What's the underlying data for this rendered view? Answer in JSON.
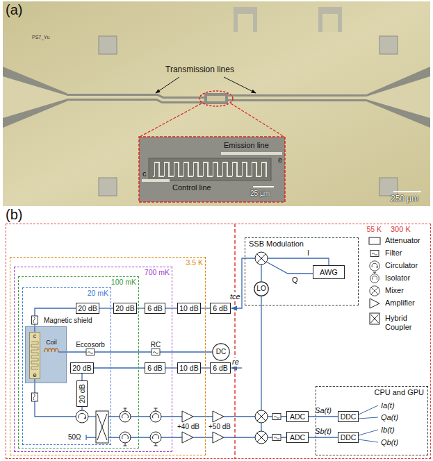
{
  "diagram": {
    "nodes": [
      {
        "text": [
          "55 K"
        ]
      },
      {
        "text": [
          "3.5 K"
        ],
        "in": 0
      },
      {
        "text": [
          "700 mK"
        ],
        "in": 1
      },
      {
        "text": [
          "100 mK"
        ],
        "in": 2
      },
      {
        "text": [
          "20 mK"
        ],
        "in": 3
      },
      {
        "text": [
          "Magnetic shield"
        ],
        "in": 4
      },
      {
        "text": [
          "c",
          "e"
        ],
        "in": 5
      },
      {
        "text": [
          "20 dB"
        ],
        "in": 4
      },
      {
        "text": [
          "20 dB"
        ],
        "in": 3
      },
      {
        "text": [
          "6 dB"
        ],
        "in": 2
      },
      {
        "text": [
          "10 dB"
        ],
        "in": 1
      },
      {
        "text": [
          "6 dB"
        ],
        "in": 0
      },
      {
        "text": [
          "SSB Modulation"
        ],
        "in": 0
      },
      {
        "text": [
          "AWG"
        ],
        "in": 12
      },
      {
        "text": [
          "LO"
        ],
        "in": 12
      },
      {
        "text": [
          "DC"
        ],
        "in": 0
      },
      {
        "text": [
          "20 dB"
        ],
        "in": 4
      },
      {
        "text": [
          "6 dB"
        ],
        "in": 2
      },
      {
        "text": [
          "10 dB"
        ],
        "in": 1
      },
      {
        "text": [
          "6 dB"
        ],
        "in": 0
      },
      {
        "text": [
          "20 dB"
        ],
        "in": 4
      },
      {
        "text": [
          "ADC"
        ],
        "in": 0
      },
      {
        "text": [
          "ADC"
        ],
        "in": 0
      },
      {
        "text": [
          "CPU and GPU"
        ],
        "in": 0
      },
      {
        "text": [
          "DDC"
        ],
        "in": 23
      },
      {
        "text": [
          "DDC"
        ],
        "in": 23
      }
    ],
    "edges": [
      {
        "from": 11,
        "to": 10,
        "arrow": "none"
      },
      {
        "from": 10,
        "to": 9,
        "arrow": "none"
      },
      {
        "from": 9,
        "to": 8,
        "arrow": "none"
      },
      {
        "from": 8,
        "to": 7,
        "arrow": "none"
      },
      {
        "from": 7,
        "to": 6,
        "arrow": "none"
      },
      {
        "from": 15,
        "to": 5,
        "arrow": "none"
      },
      {
        "from": 19,
        "to": 18,
        "arrow": "none"
      },
      {
        "from": 18,
        "to": 17,
        "arrow": "none"
      },
      {
        "from": 17,
        "to": 16,
        "arrow": "none"
      },
      {
        "from": 16,
        "to": 20,
        "arrow": "none"
      },
      {
        "from": 21,
        "to": 24,
        "label": "Sa(t)",
        "arrow": "none"
      },
      {
        "from": 22,
        "to": 25,
        "label": "Sb(t)",
        "arrow": "none"
      }
    ],
    "labels": [
      "(a)",
      "PS7_Yu",
      "Transmission lines",
      "Emission line",
      "e",
      "c",
      "Control line",
      "25 µm",
      "250 µm",
      "(b)",
      "300 K",
      "tce",
      "re",
      "Eccosorb",
      "RC",
      "Coil",
      "I",
      "Q",
      "50Ω",
      "+40 dB",
      "+50 dB",
      "Ia(t)",
      "Qa(t)",
      "Ib(t)",
      "Qb(t)"
    ],
    "legend": [
      {
        "text": "Attenuator"
      },
      {
        "text": "Filter"
      },
      {
        "text": "Circulator"
      },
      {
        "text": "Isolator"
      },
      {
        "text": "Mixer"
      },
      {
        "text": "Amplifier"
      },
      {
        "text": "Hybrid Coupler"
      }
    ]
  }
}
